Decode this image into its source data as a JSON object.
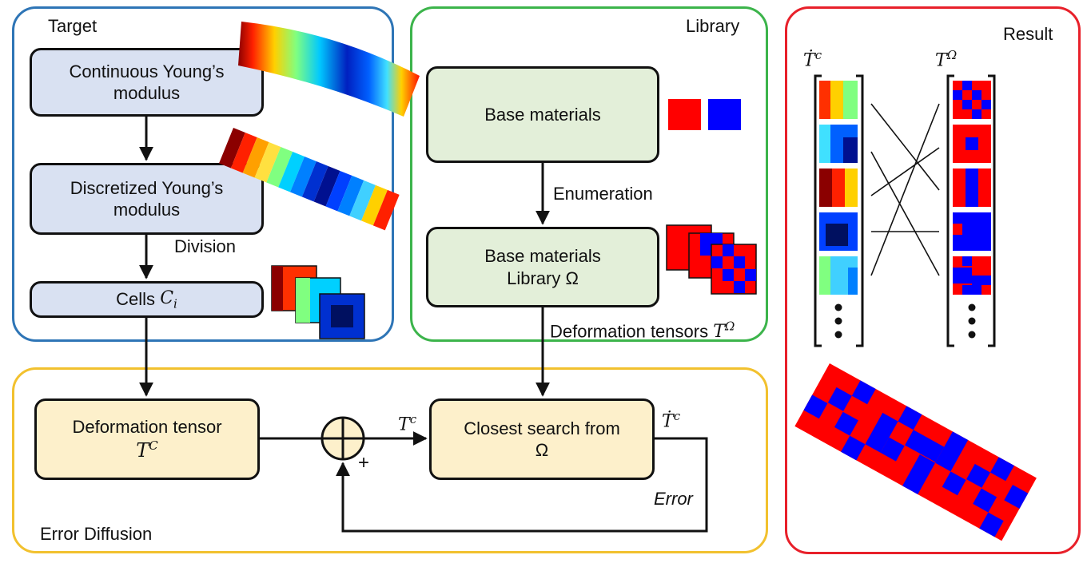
{
  "panels": {
    "target": "Target",
    "library": "Library",
    "result": "Result",
    "error_diffusion": "Error Diffusion"
  },
  "boxes": {
    "continuous": [
      "Continuous Young’s",
      "modulus"
    ],
    "discretized": [
      "Discretized Young’s",
      "modulus"
    ],
    "cells": "Cells",
    "cells_sym": "C",
    "cells_sub": "i",
    "base_materials": "Base materials",
    "library_line1": "Base materials",
    "library_line2": "Library Ω",
    "deformation_tensor": "Deformation tensor",
    "deformation_sym": "T",
    "deformation_sup": "C",
    "closest": "Closest search from",
    "closest_omega": "Ω"
  },
  "edge_labels": {
    "division": "Division",
    "enumeration": "Enumeration",
    "deformation_tensors": "Deformation tensors",
    "error": "Error",
    "plus": "+",
    "t_c": "T",
    "t_c_sup": "c",
    "t_c_hat": "Ṫ",
    "t_c_hat_sup": "c",
    "t_omega": "T",
    "t_omega_sup": "Ω"
  },
  "result": {
    "left_header": "Ṫ",
    "left_header_sup": "c",
    "right_header": "T",
    "right_header_sup": "Ω"
  },
  "colors": {
    "target_border": "#2e75b6",
    "library_border": "#3cb44b",
    "result_border": "#e8202a",
    "error_border": "#f2c12e",
    "red": "#ff0000",
    "blue": "#0000ff"
  }
}
